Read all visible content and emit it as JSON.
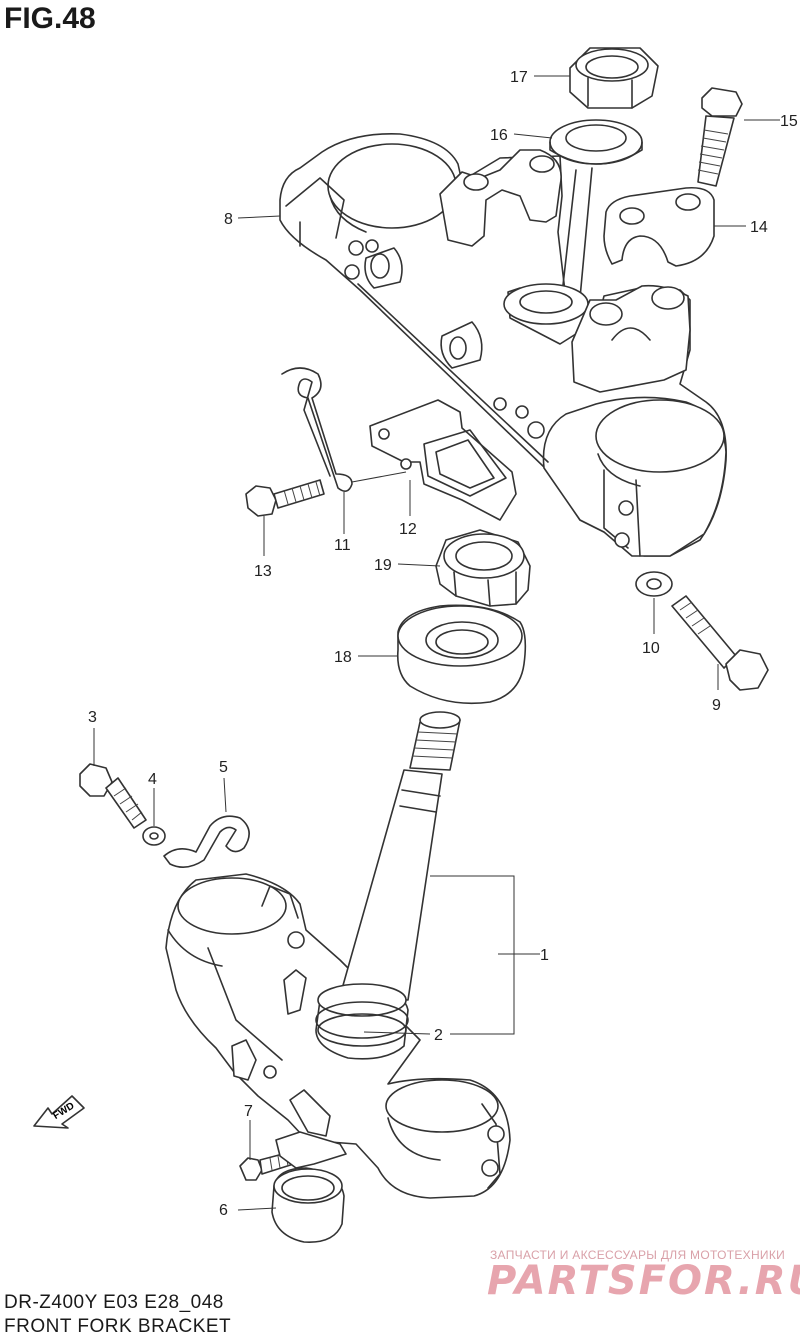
{
  "figure": {
    "title": "FIG.48",
    "model_line": "DR-Z400Y E03 E28_048",
    "caption": "FRONT FORK BRACKET"
  },
  "callouts": [
    "1",
    "2",
    "3",
    "4",
    "5",
    "6",
    "7",
    "8",
    "9",
    "10",
    "11",
    "12",
    "13",
    "14",
    "15",
    "16",
    "17",
    "18",
    "19"
  ],
  "fwd_label": "FWD",
  "watermark": {
    "tagline": "ЗАПЧАСТИ И АКСЕССУАРЫ ДЛЯ МОТОТЕХНИКИ",
    "brand": "PARTSFOR.RU"
  }
}
